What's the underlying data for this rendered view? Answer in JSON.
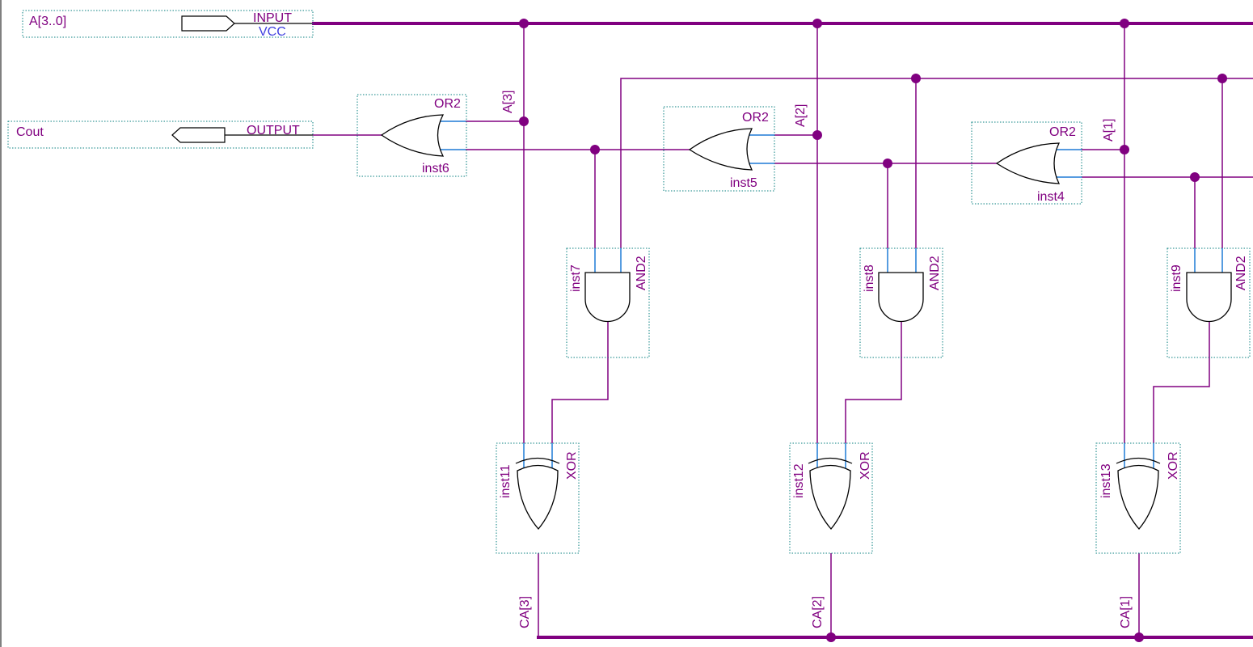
{
  "ports": {
    "input": {
      "name": "A[3..0]",
      "kind": "INPUT",
      "default": "VCC"
    },
    "output": {
      "name": "Cout",
      "kind": "OUTPUT"
    }
  },
  "gates": {
    "or_inst6": {
      "type": "OR2",
      "inst": "inst6"
    },
    "or_inst5": {
      "type": "OR2",
      "inst": "inst5"
    },
    "or_inst4": {
      "type": "OR2",
      "inst": "inst4"
    },
    "and_inst7": {
      "type": "AND2",
      "inst": "inst7"
    },
    "and_inst8": {
      "type": "AND2",
      "inst": "inst8"
    },
    "and_inst9": {
      "type": "AND2",
      "inst": "inst9"
    },
    "xor_inst11": {
      "type": "XOR",
      "inst": "inst11"
    },
    "xor_inst12": {
      "type": "XOR",
      "inst": "inst12"
    },
    "xor_inst13": {
      "type": "XOR",
      "inst": "inst13"
    }
  },
  "signals": {
    "a3": "A[3]",
    "a2": "A[2]",
    "a1": "A[1]",
    "ca3": "CA[3]",
    "ca2": "CA[2]",
    "ca1": "CA[1]"
  },
  "colors": {
    "wire": "#800080",
    "pin": "#1e7ad6",
    "frame": "#0a8080",
    "vcc_label": "#4040e0"
  }
}
